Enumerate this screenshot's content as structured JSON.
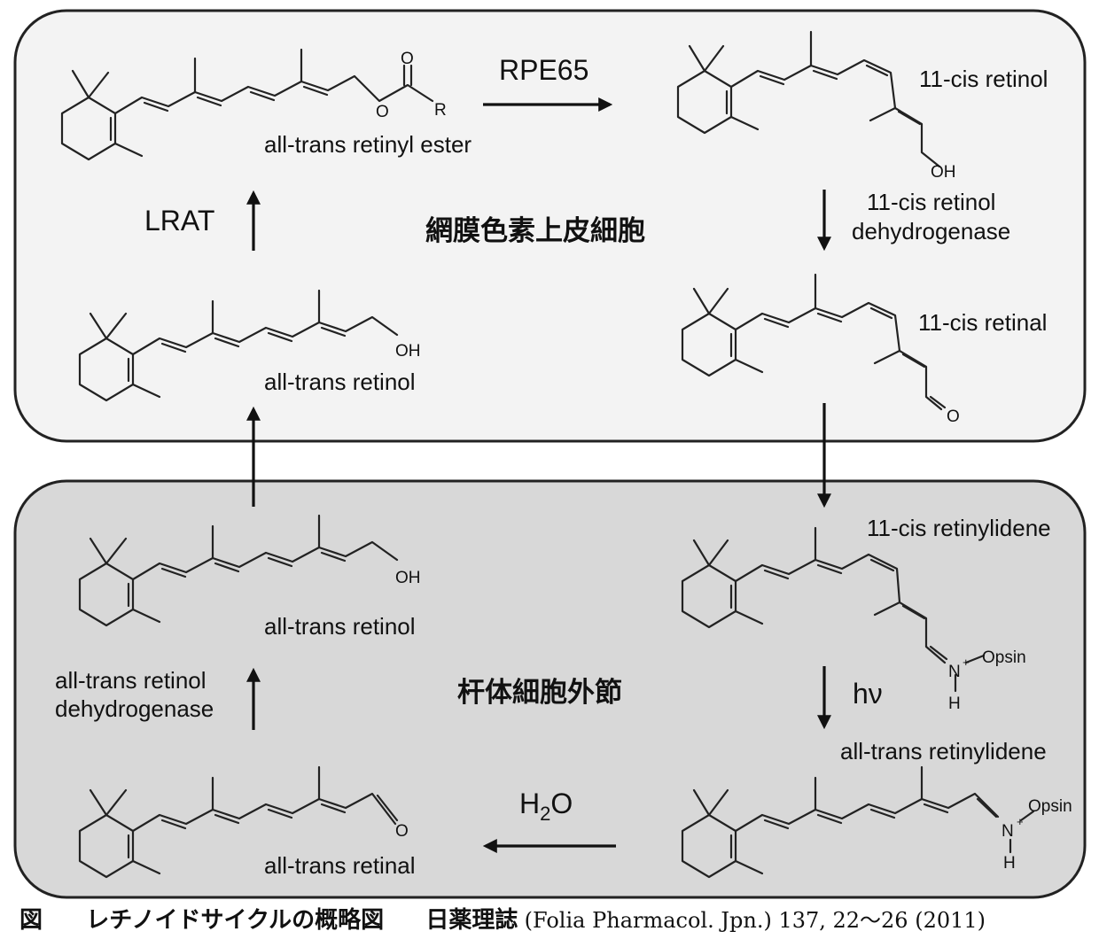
{
  "regions": {
    "rpe": "網膜色素上皮細胞",
    "rod_outer_segment": "杆体細胞外節"
  },
  "compounds": {
    "retinyl_ester": "all-trans retinyl ester",
    "cis_retinol": "11-cis retinol",
    "cis_retinal": "11-cis retinal",
    "trans_retinol_rpe": "all-trans retinol",
    "cis_retinylidene": "11-cis retinylidene",
    "trans_retinylidene": "all-trans retinylidene",
    "trans_retinol_rod": "all-trans retinol",
    "trans_retinal": "all-trans retinal"
  },
  "enzymes": {
    "rpe65": "RPE65",
    "lrat": "LRAT",
    "cis_dh_line1": "11-cis retinol",
    "cis_dh_line2": "dehydrogenase",
    "trans_dh_line1": "all-trans retinol",
    "trans_dh_line2": "dehydrogenase",
    "light": "hν",
    "water_h": "H",
    "water_sub": "2",
    "water_o": "O"
  },
  "atoms": {
    "O": "O",
    "R": "R",
    "OH": "OH",
    "N": "N",
    "plus": "+",
    "H": "H",
    "opsin": "Opsin"
  },
  "caption": {
    "fig": "図",
    "title": "レチノイドサイクルの概略図",
    "journal": "日薬理誌",
    "reference": "(Folia Pharmacol. Jpn.) 137, 22〜26 (2011)"
  },
  "colors": {
    "rpe_panel": "#f3f3f3",
    "rod_panel": "#d8d8d8",
    "border": "#222222"
  }
}
